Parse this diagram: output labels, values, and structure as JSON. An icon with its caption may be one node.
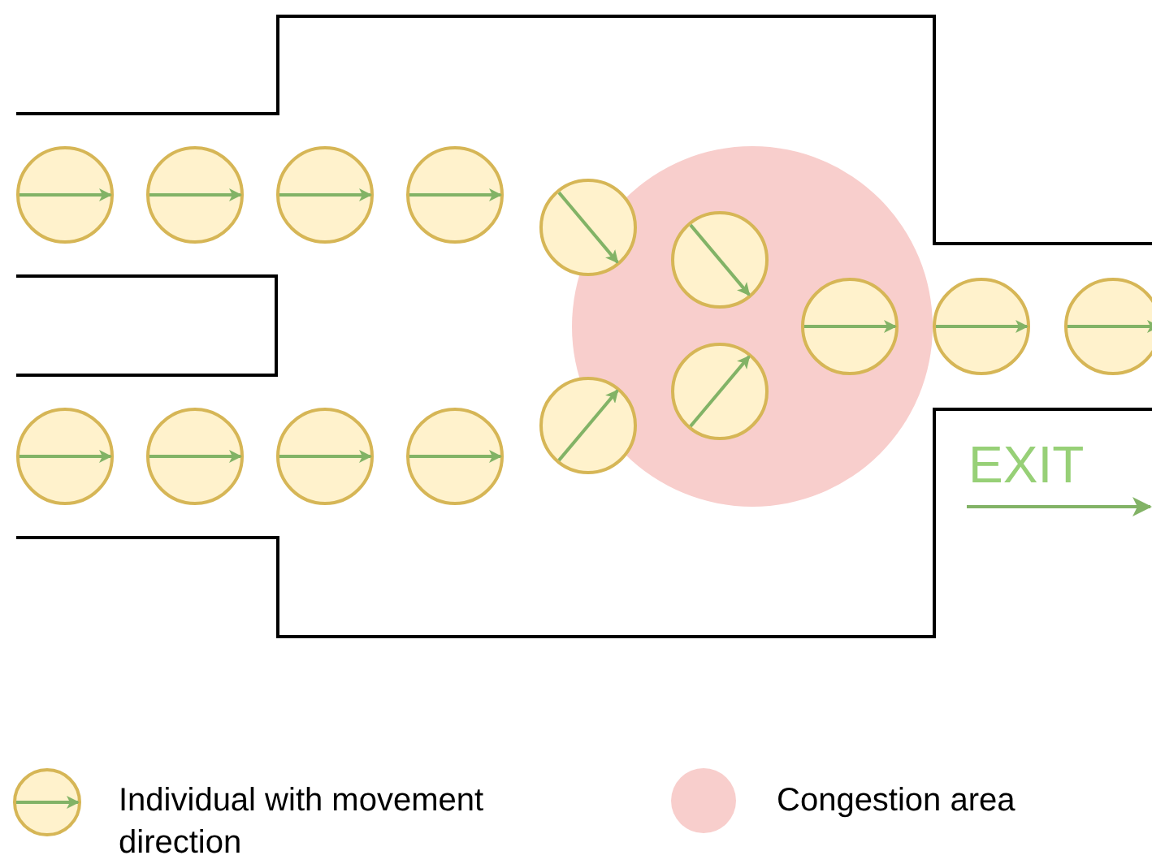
{
  "diagram": {
    "nodes": [
      {
        "text": [],
        "shape": "circle"
      },
      {
        "text": [],
        "shape": "circle"
      },
      {
        "text": [],
        "shape": "circle"
      },
      {
        "text": [],
        "shape": "circle"
      },
      {
        "text": [],
        "shape": "circle"
      },
      {
        "text": [],
        "shape": "circle"
      },
      {
        "text": [],
        "shape": "circle"
      },
      {
        "text": [],
        "shape": "circle"
      },
      {
        "text": [],
        "shape": "circle"
      },
      {
        "text": [],
        "shape": "circle"
      },
      {
        "text": [],
        "shape": "circle"
      },
      {
        "text": [],
        "shape": "circle"
      },
      {
        "text": [],
        "shape": "circle"
      },
      {
        "text": [],
        "shape": "circle"
      },
      {
        "text": [],
        "shape": "circle"
      }
    ],
    "labels": [
      "EXIT"
    ],
    "legend": [
      {
        "text": "Individual with movement direction"
      },
      {
        "text": "Congestion area",
        "color": "#f8cecc"
      }
    ]
  }
}
